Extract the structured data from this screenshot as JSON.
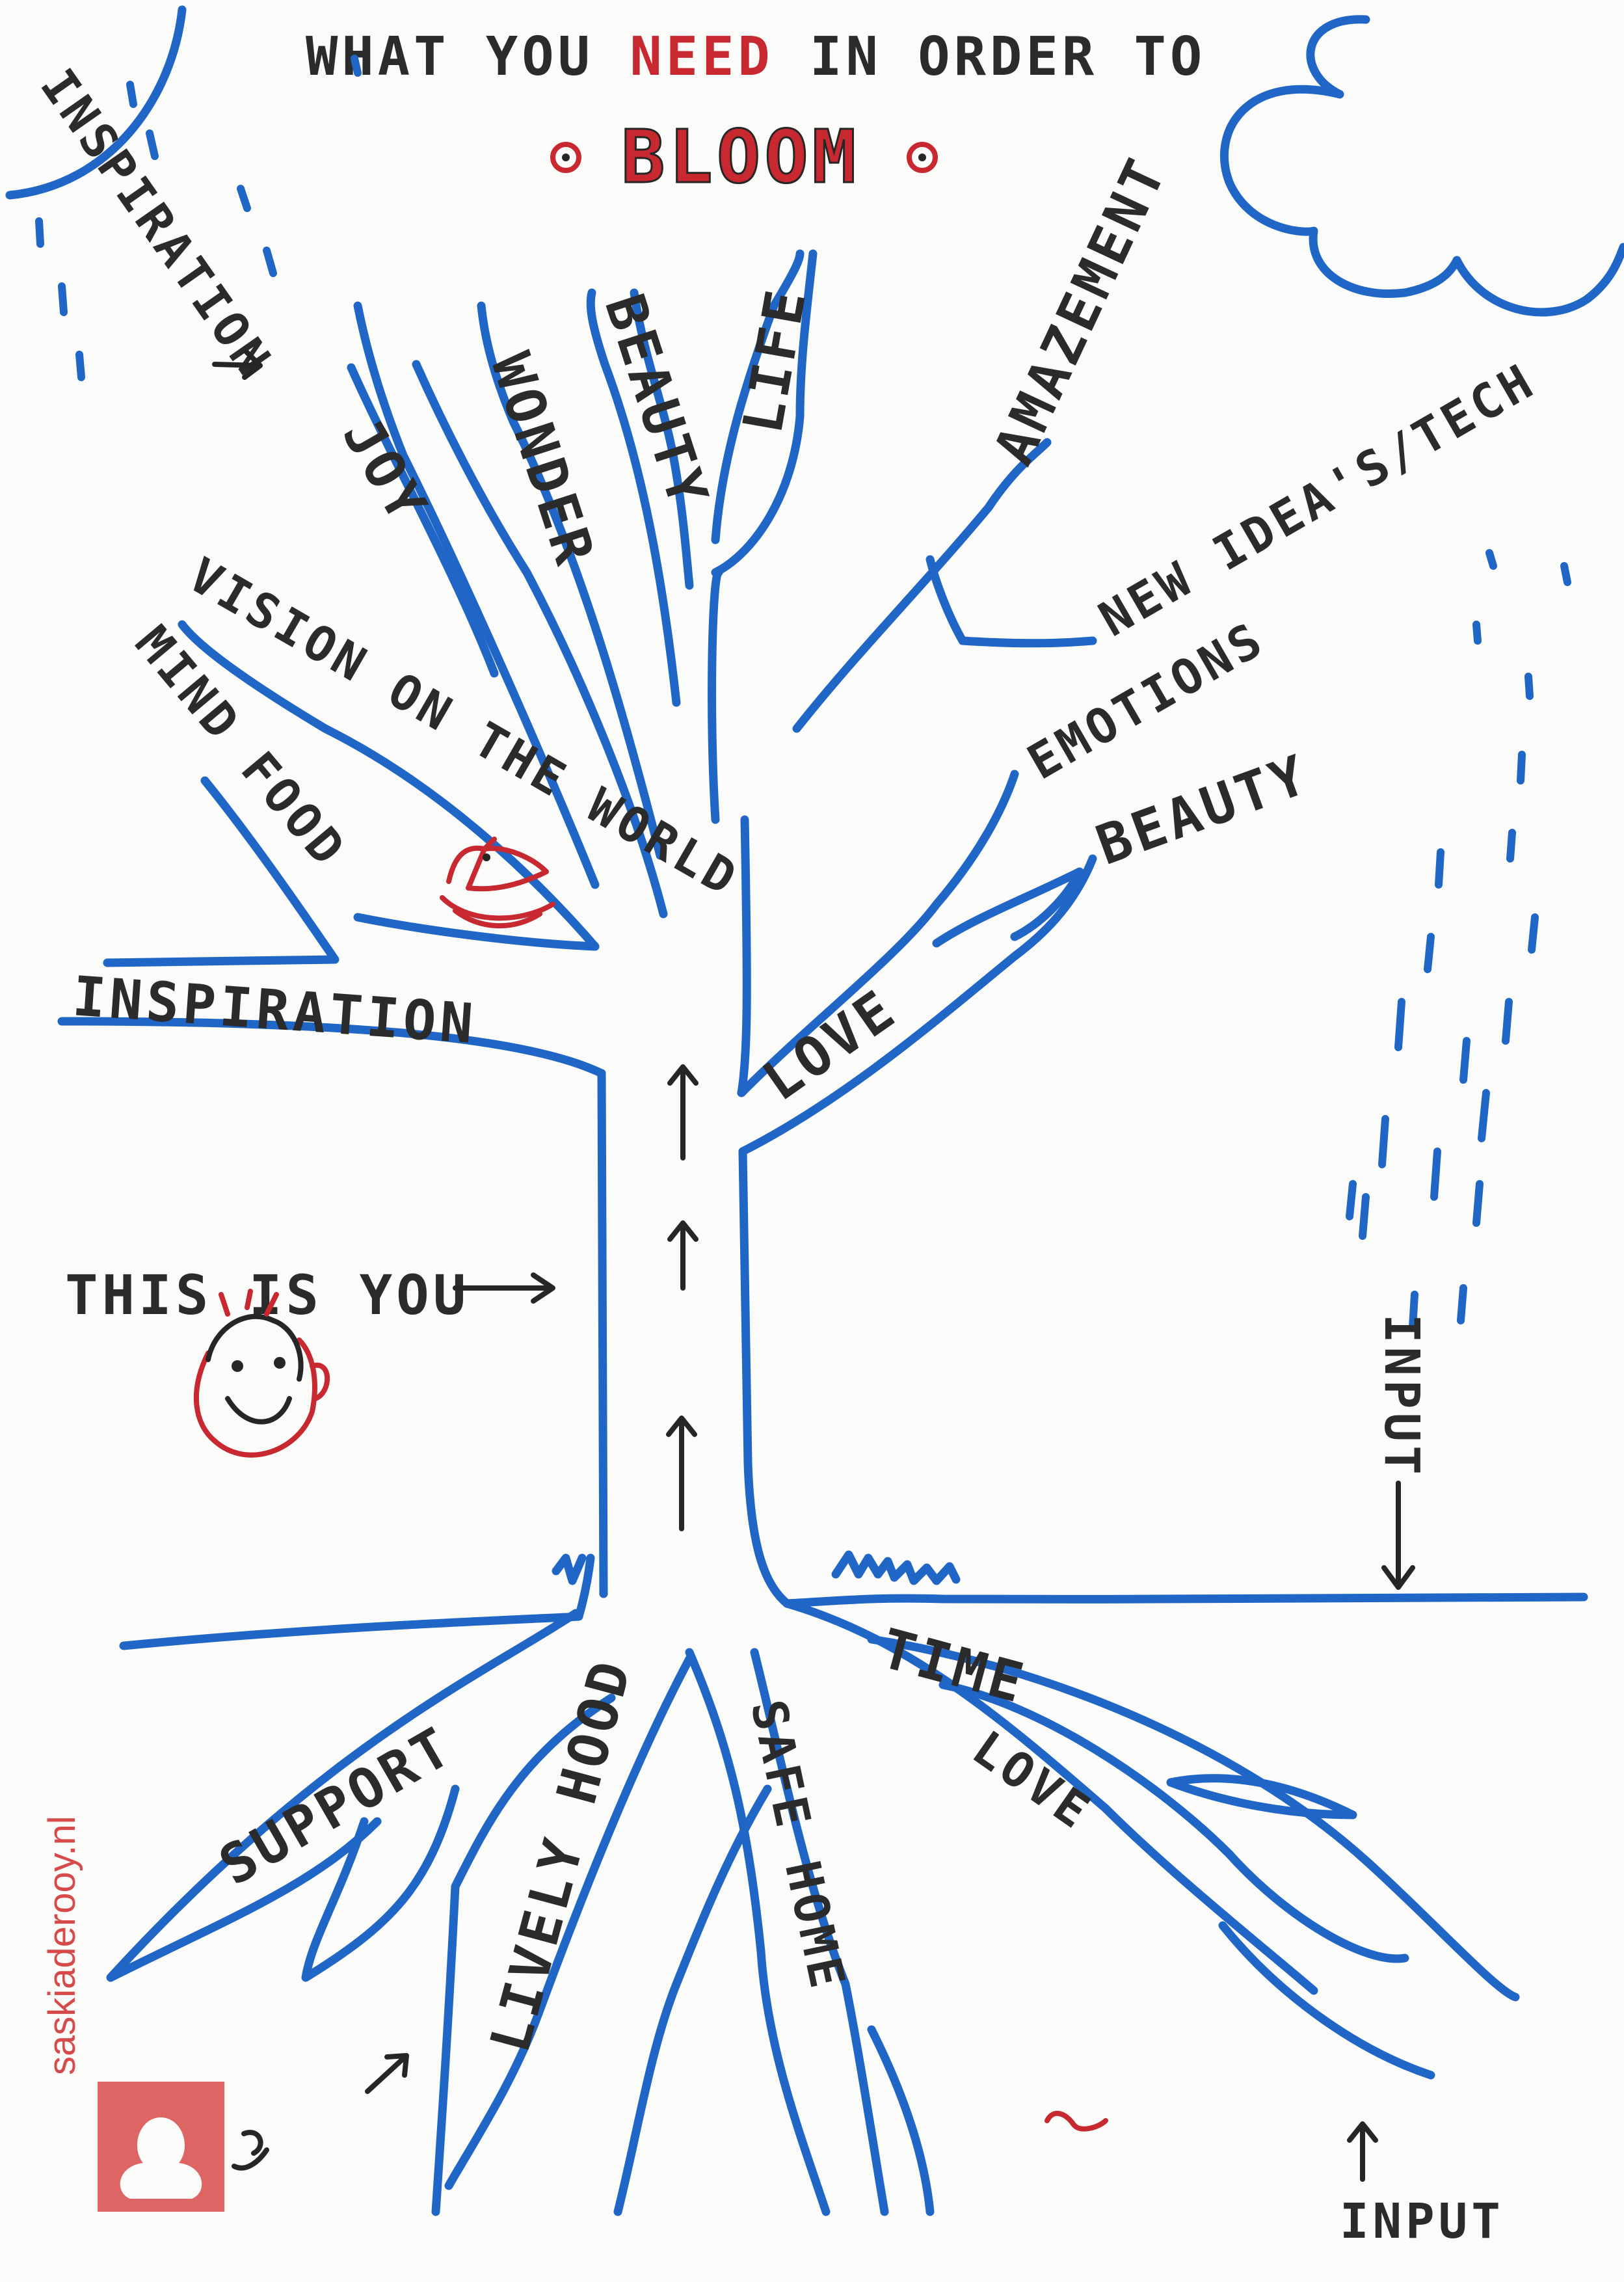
{
  "title": {
    "before": "WHAT YOU ",
    "emphasis": "NEED",
    "after": " IN ORDER TO",
    "main": "BLOOM"
  },
  "sky": {
    "sun_label": "INSPIRATION",
    "rain_label": "INPUT"
  },
  "branches": [
    "JOY",
    "WONDER",
    "BEAUTY",
    "LIFE",
    "AMAZEMENT",
    "NEW IDEA'S/TECH",
    "EMOTIONS",
    "BEAUTY",
    "VISION ON THE WORLD",
    "MIND FOOD",
    "INSPIRATION",
    "LOVE"
  ],
  "trunk_note": "THIS IS YOU",
  "roots": [
    "SUPPORT",
    "LIVELY HOOD",
    "SAFE HOME",
    "TIME",
    "LOVE"
  ],
  "ground_label": "INPUT",
  "site": "saskiaderooy.nl",
  "colors": {
    "tree": "#1f66c6",
    "accent": "#c8282f",
    "ink": "#262626",
    "logo": "#d74a4a"
  }
}
